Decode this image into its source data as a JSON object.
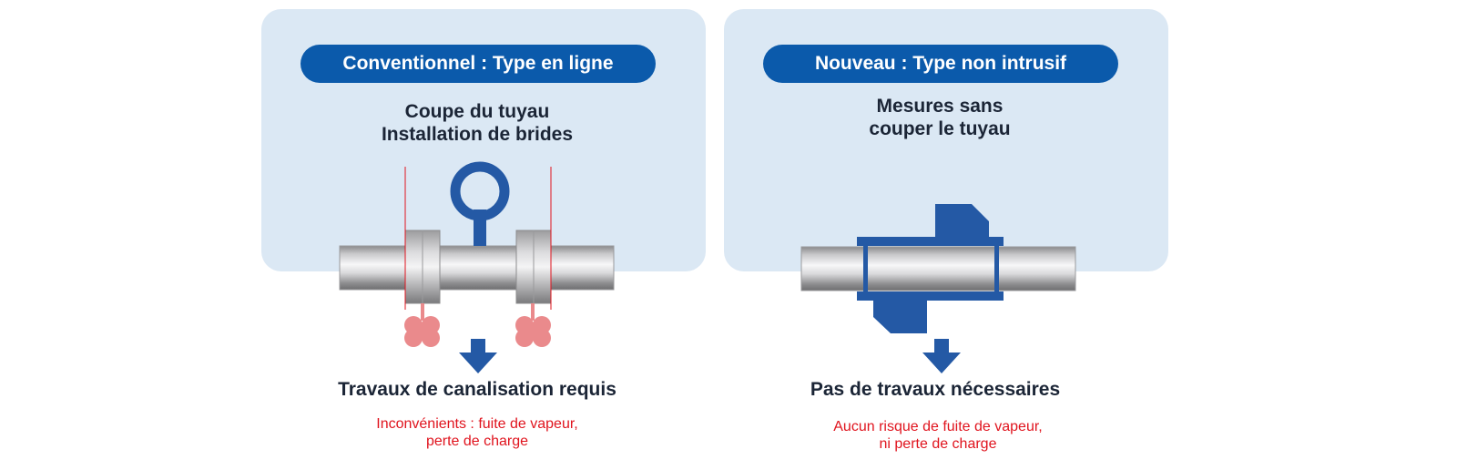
{
  "colors": {
    "panel_background": "#dbe8f4",
    "pill_blue": "#0b5aab",
    "sensor_blue": "#2459a5",
    "heading_text": "#1b2536",
    "warning_red": "#e0141e",
    "leak_pink": "#ea8a8c"
  },
  "left": {
    "title": "Conventionnel : Type en ligne",
    "subtitle_line1": "Coupe du tuyau",
    "subtitle_line2": "Installation de brides",
    "result": "Travaux de canalisation requis",
    "note_line1": "Inconvénients : fuite de vapeur,",
    "note_line2": "perte de charge"
  },
  "right": {
    "title": "Nouveau : Type non intrusif",
    "subtitle_line1": "Mesures sans",
    "subtitle_line2": "couper le tuyau",
    "result": "Pas de travaux nécessaires",
    "note_line1": "Aucun risque de fuite de vapeur,",
    "note_line2": "ni perte de charge"
  },
  "icons": {
    "left_sensor": "inline-flowmeter-icon",
    "right_sensor": "clamp-on-flowmeter-icon",
    "leak": "steam-leak-icon",
    "arrow": "arrow-down-icon"
  }
}
